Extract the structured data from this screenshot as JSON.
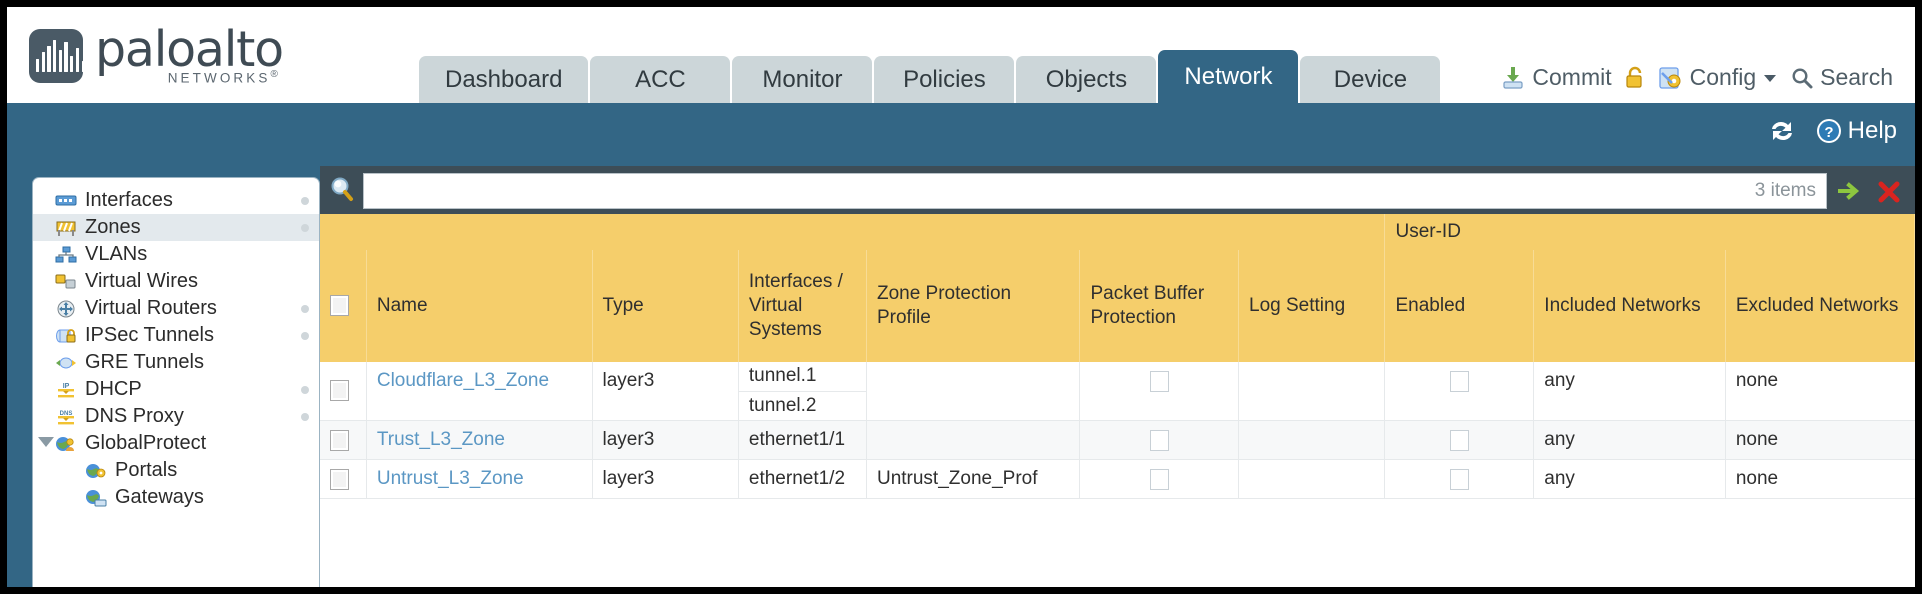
{
  "brand": {
    "name": "paloalto",
    "tagline": "NETWORKS",
    "registered": "®"
  },
  "nav": {
    "tabs": [
      {
        "label": "Dashboard",
        "active": false
      },
      {
        "label": "ACC",
        "active": false
      },
      {
        "label": "Monitor",
        "active": false
      },
      {
        "label": "Policies",
        "active": false
      },
      {
        "label": "Objects",
        "active": false
      },
      {
        "label": "Network",
        "active": true
      },
      {
        "label": "Device",
        "active": false
      }
    ]
  },
  "top_actions": {
    "commit": "Commit",
    "lock_icon": "lock-icon",
    "config": "Config",
    "config_caret": "chevron-down-icon",
    "search": "Search"
  },
  "band": {
    "refresh_icon": "refresh-icon",
    "help": "Help"
  },
  "sidebar": {
    "items": [
      {
        "label": "Interfaces",
        "icon": "interfaces-icon",
        "selected": false,
        "dot": true,
        "child": false,
        "expandable": false
      },
      {
        "label": "Zones",
        "icon": "zones-icon",
        "selected": true,
        "dot": true,
        "child": false,
        "expandable": false
      },
      {
        "label": "VLANs",
        "icon": "vlans-icon",
        "selected": false,
        "dot": false,
        "child": false,
        "expandable": false
      },
      {
        "label": "Virtual Wires",
        "icon": "virtual-wires-icon",
        "selected": false,
        "dot": false,
        "child": false,
        "expandable": false
      },
      {
        "label": "Virtual Routers",
        "icon": "virtual-routers-icon",
        "selected": false,
        "dot": true,
        "child": false,
        "expandable": false
      },
      {
        "label": "IPSec Tunnels",
        "icon": "ipsec-tunnels-icon",
        "selected": false,
        "dot": true,
        "child": false,
        "expandable": false
      },
      {
        "label": "GRE Tunnels",
        "icon": "gre-tunnels-icon",
        "selected": false,
        "dot": false,
        "child": false,
        "expandable": false
      },
      {
        "label": "DHCP",
        "icon": "dhcp-icon",
        "selected": false,
        "dot": true,
        "child": false,
        "expandable": false
      },
      {
        "label": "DNS Proxy",
        "icon": "dns-proxy-icon",
        "selected": false,
        "dot": true,
        "child": false,
        "expandable": false
      },
      {
        "label": "GlobalProtect",
        "icon": "globalprotect-icon",
        "selected": false,
        "dot": false,
        "child": false,
        "expandable": true
      },
      {
        "label": "Portals",
        "icon": "portals-icon",
        "selected": false,
        "dot": false,
        "child": true,
        "expandable": false
      },
      {
        "label": "Gateways",
        "icon": "gateways-icon",
        "selected": false,
        "dot": false,
        "child": true,
        "expandable": false
      }
    ]
  },
  "search": {
    "value": "",
    "placeholder": "",
    "items_count": "3 items",
    "apply_icon": "green-arrow-apply-icon",
    "clear_icon": "red-x-clear-icon",
    "magnifier_icon": "search-icon"
  },
  "table": {
    "group_header": {
      "label": "User-ID"
    },
    "columns": [
      "Name",
      "Type",
      "Interfaces / Virtual Systems",
      "Zone Protection Profile",
      "Packet Buffer Protection",
      "Log Setting",
      "Enabled",
      "Included Networks",
      "Excluded Networks"
    ],
    "rows": [
      {
        "name": "Cloudflare_L3_Zone",
        "type": "layer3",
        "interfaces": [
          "tunnel.1",
          "tunnel.2"
        ],
        "zone_protection_profile": "",
        "packet_buffer_protection": false,
        "log_setting": "",
        "userid_enabled": false,
        "included_networks": "any",
        "excluded_networks": "none"
      },
      {
        "name": "Trust_L3_Zone",
        "type": "layer3",
        "interfaces": [
          "ethernet1/1"
        ],
        "zone_protection_profile": "",
        "packet_buffer_protection": false,
        "log_setting": "",
        "userid_enabled": false,
        "included_networks": "any",
        "excluded_networks": "none"
      },
      {
        "name": "Untrust_L3_Zone",
        "type": "layer3",
        "interfaces": [
          "ethernet1/2"
        ],
        "zone_protection_profile": "Untrust_Zone_Prof",
        "packet_buffer_protection": false,
        "log_setting": "",
        "userid_enabled": false,
        "included_networks": "any",
        "excluded_networks": "none"
      }
    ]
  },
  "colors": {
    "brand_blue": "#336685",
    "header_amber": "#f5ce6b",
    "group_amber": "#e8b949",
    "link_blue": "#5b97c4",
    "tab_inactive": "#ccd6d9"
  }
}
